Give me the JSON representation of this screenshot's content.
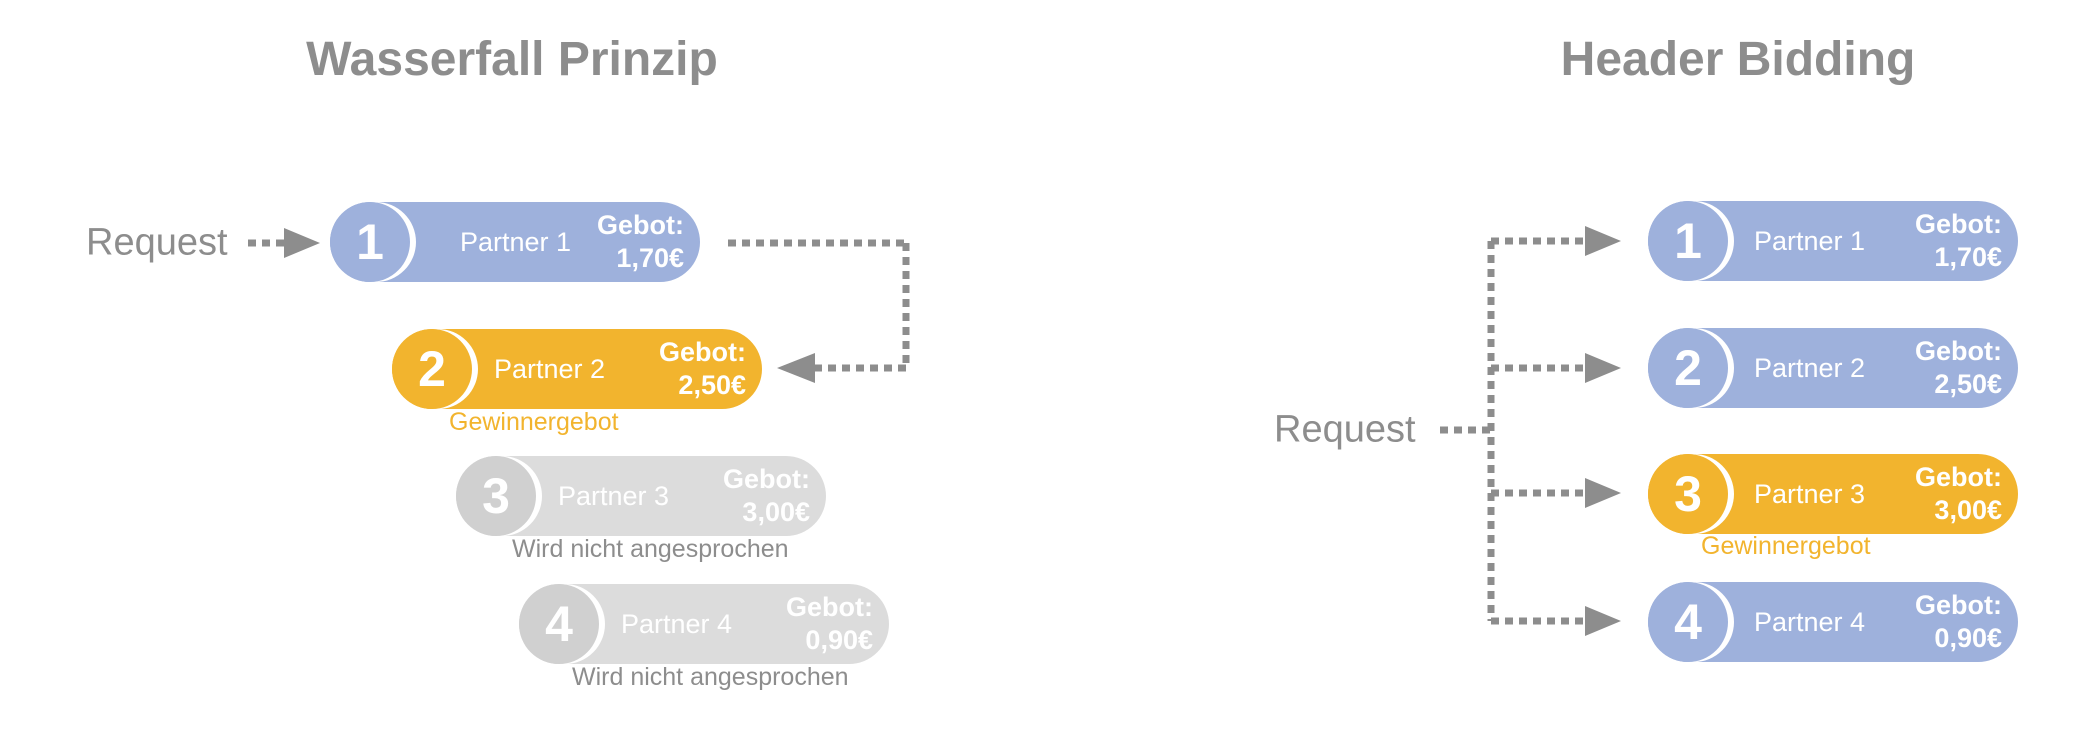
{
  "waterfall": {
    "title": "Wasserfall Prinzip",
    "request_label": "Request",
    "partners": [
      {
        "number": "1",
        "name": "Partner 1",
        "bid_label": "Gebot:",
        "bid_value": "1,70€",
        "state": "active",
        "note": ""
      },
      {
        "number": "2",
        "name": "Partner 2",
        "bid_label": "Gebot:",
        "bid_value": "2,50€",
        "state": "winner",
        "note": "Gewinnergebot"
      },
      {
        "number": "3",
        "name": "Partner 3",
        "bid_label": "Gebot:",
        "bid_value": "3,00€",
        "state": "inactive",
        "note": "Wird nicht angesprochen"
      },
      {
        "number": "4",
        "name": "Partner 4",
        "bid_label": "Gebot:",
        "bid_value": "0,90€",
        "state": "inactive",
        "note": "Wird nicht angesprochen"
      }
    ]
  },
  "header_bidding": {
    "title": "Header Bidding",
    "request_label": "Request",
    "partners": [
      {
        "number": "1",
        "name": "Partner 1",
        "bid_label": "Gebot:",
        "bid_value": "1,70€",
        "state": "active",
        "note": ""
      },
      {
        "number": "2",
        "name": "Partner 2",
        "bid_label": "Gebot:",
        "bid_value": "2,50€",
        "state": "active",
        "note": ""
      },
      {
        "number": "3",
        "name": "Partner 3",
        "bid_label": "Gebot:",
        "bid_value": "3,00€",
        "state": "winner",
        "note": "Gewinnergebot"
      },
      {
        "number": "4",
        "name": "Partner 4",
        "bid_label": "Gebot:",
        "bid_value": "0,90€",
        "state": "active",
        "note": ""
      }
    ]
  },
  "colors": {
    "active": "#9eb1dc",
    "winner": "#f2b42e",
    "inactive": "#dcdcdc",
    "text_gray": "#8d8d8d",
    "connector": "#8d8d8d",
    "active_circle": "#9eb1dc",
    "winner_circle": "#f2b42e",
    "inactive_circle": "#d0d0d0"
  }
}
